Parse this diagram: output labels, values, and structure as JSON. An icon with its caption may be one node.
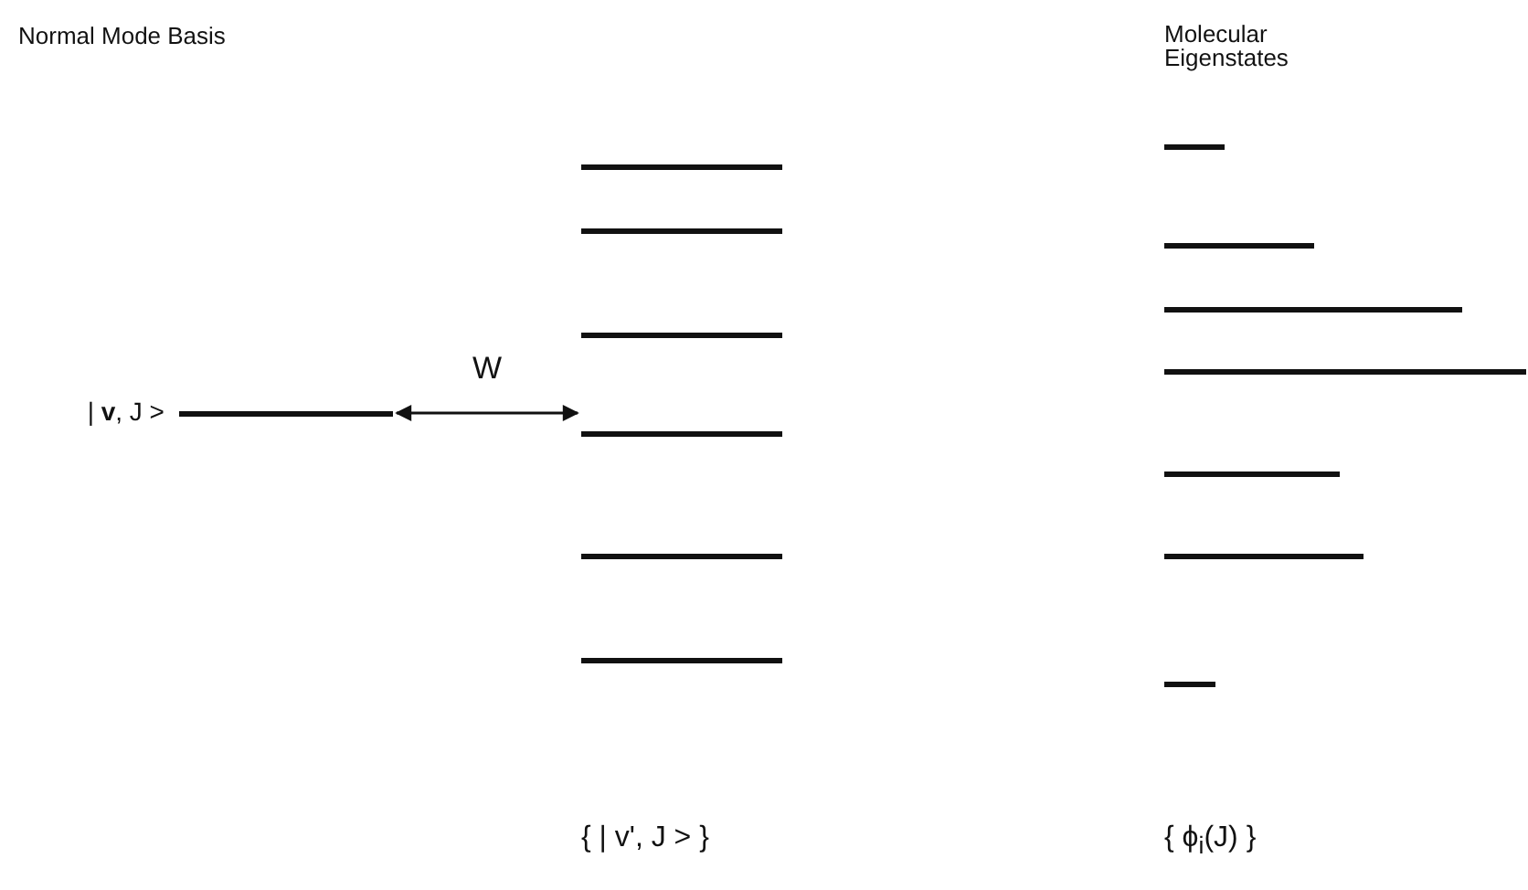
{
  "diagram": {
    "nodes": [
      {
        "text": [],
        "shape": "bar",
        "beside": [
          "| **v**, J >"
        ]
      },
      {
        "text": [],
        "shape": "bar"
      },
      {
        "text": [],
        "shape": "bar"
      },
      {
        "text": [],
        "shape": "bar"
      },
      {
        "text": [],
        "shape": "bar"
      },
      {
        "text": [],
        "shape": "bar"
      },
      {
        "text": [],
        "shape": "bar"
      },
      {
        "text": [],
        "shape": "bar"
      },
      {
        "text": [],
        "shape": "bar"
      },
      {
        "text": [],
        "shape": "bar"
      },
      {
        "text": [],
        "shape": "bar"
      },
      {
        "text": [],
        "shape": "bar"
      },
      {
        "text": [],
        "shape": "bar"
      },
      {
        "text": [],
        "shape": "bar"
      }
    ],
    "edges": [
      {
        "from": 0,
        "to": 4,
        "arrow": "both",
        "label": "W"
      }
    ],
    "labels": [
      "Normal Mode Basis",
      "Molecular Eigenstates",
      "{ | v', J > }",
      "{ ϕ$_{i}$(J) }"
    ]
  }
}
